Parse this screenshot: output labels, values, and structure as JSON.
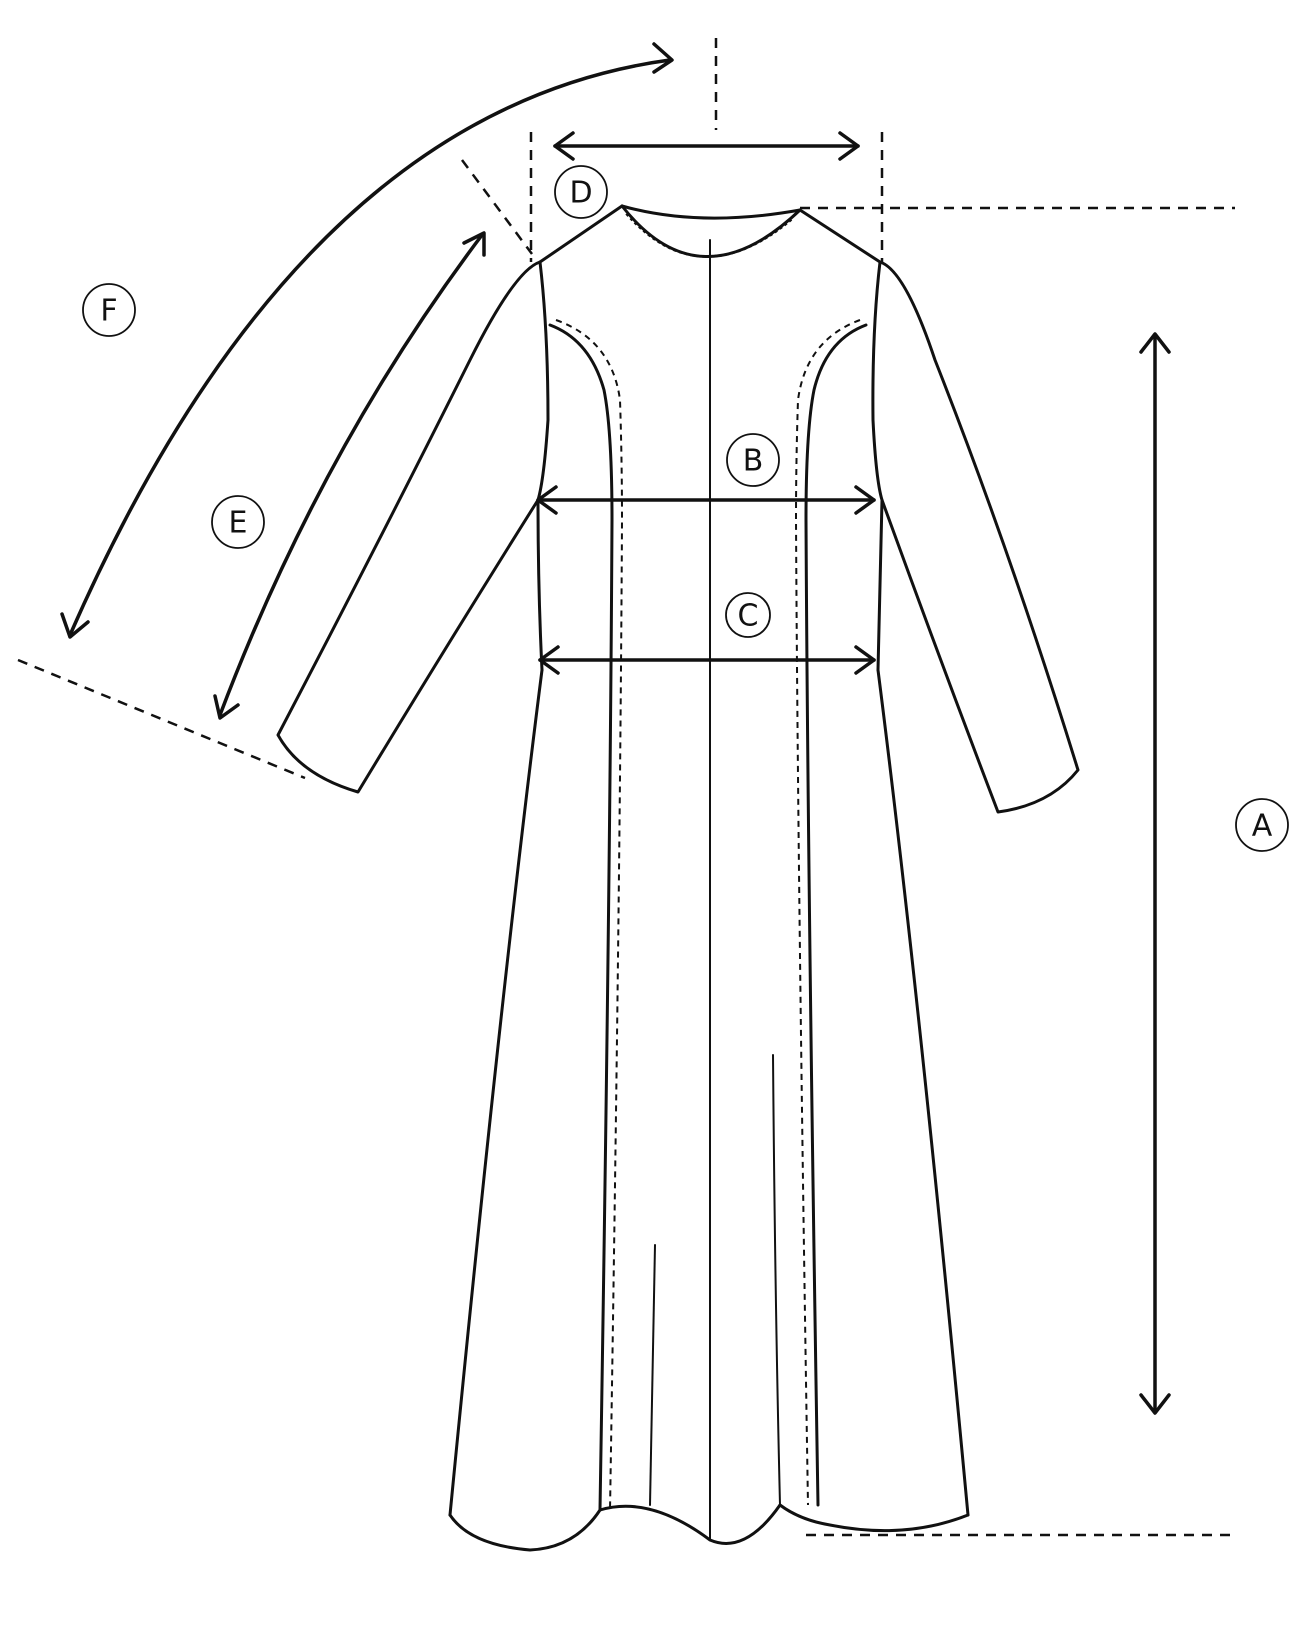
{
  "labels": {
    "a": "A",
    "b": "B",
    "c": "C",
    "d": "D",
    "e": "E",
    "f": "F"
  },
  "colors": {
    "line": "#111111",
    "background": "#ffffff"
  }
}
